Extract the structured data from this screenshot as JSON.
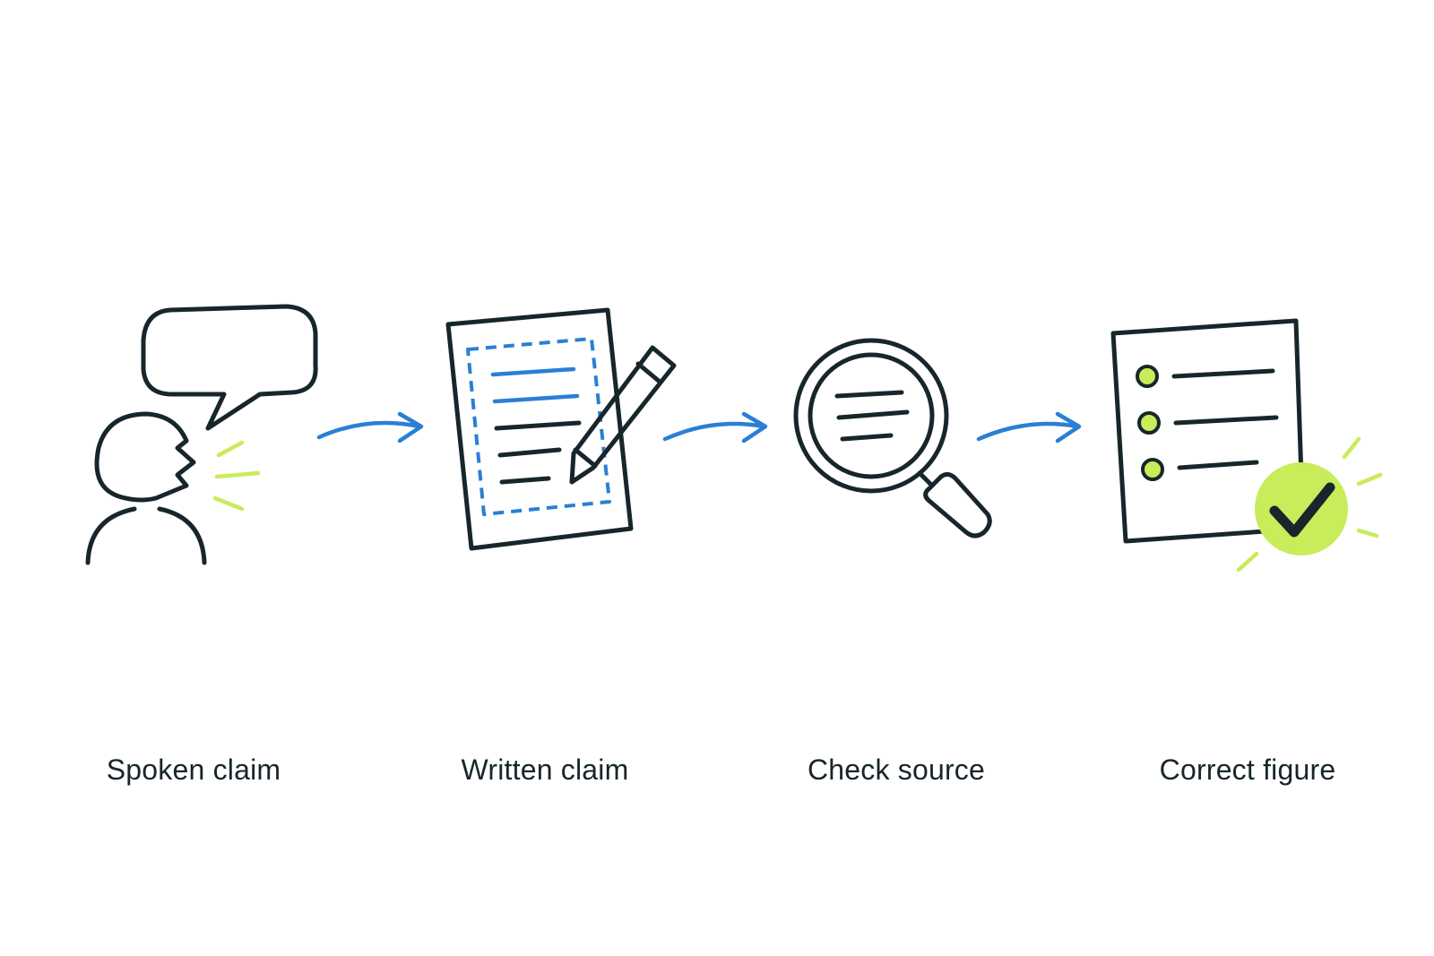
{
  "steps": [
    {
      "label": "Spoken claim",
      "icon": "speaking-person-icon"
    },
    {
      "label": "Written claim",
      "icon": "document-pencil-icon"
    },
    {
      "label": "Check source",
      "icon": "magnifying-glass-icon"
    },
    {
      "label": "Correct figure",
      "icon": "verified-document-icon"
    }
  ],
  "colors": {
    "ink": "#17262b",
    "accent_blue": "#2a7fd4",
    "accent_lime": "#c8ec5a"
  }
}
